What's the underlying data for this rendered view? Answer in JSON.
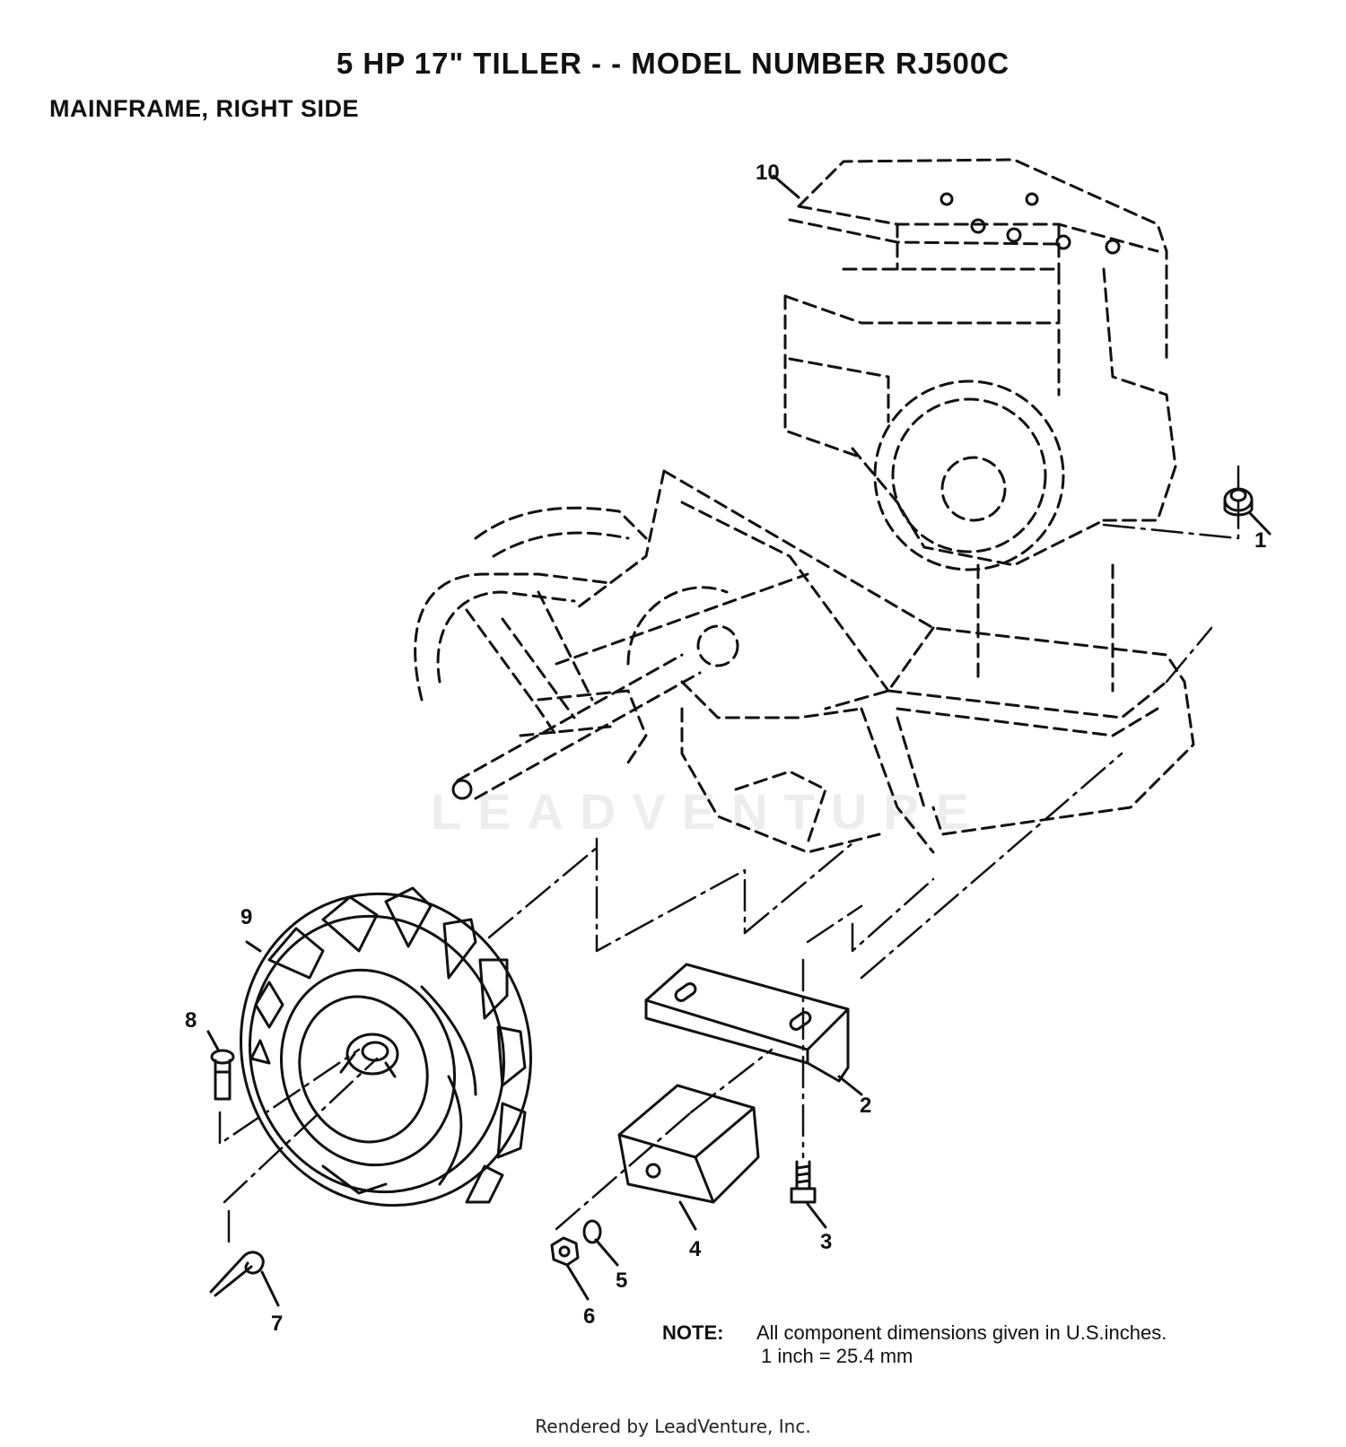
{
  "header": {
    "title": "5 HP  17\" TILLER - - MODEL NUMBER RJ500C",
    "subtitle": "MAINFRAME, RIGHT SIDE"
  },
  "callouts": [
    {
      "id": "1",
      "label": "1"
    },
    {
      "id": "2",
      "label": "2"
    },
    {
      "id": "3",
      "label": "3"
    },
    {
      "id": "4",
      "label": "4"
    },
    {
      "id": "5",
      "label": "5"
    },
    {
      "id": "6",
      "label": "6"
    },
    {
      "id": "7",
      "label": "7"
    },
    {
      "id": "8",
      "label": "8"
    },
    {
      "id": "9",
      "label": "9"
    },
    {
      "id": "10",
      "label": "10"
    }
  ],
  "note": {
    "label": "NOTE:",
    "line1": "All component dimensions given in U.S.inches.",
    "line2": "1 inch = 25.4 mm"
  },
  "watermark": "LEADVENTURE",
  "footer": "Rendered by LeadVenture, Inc."
}
